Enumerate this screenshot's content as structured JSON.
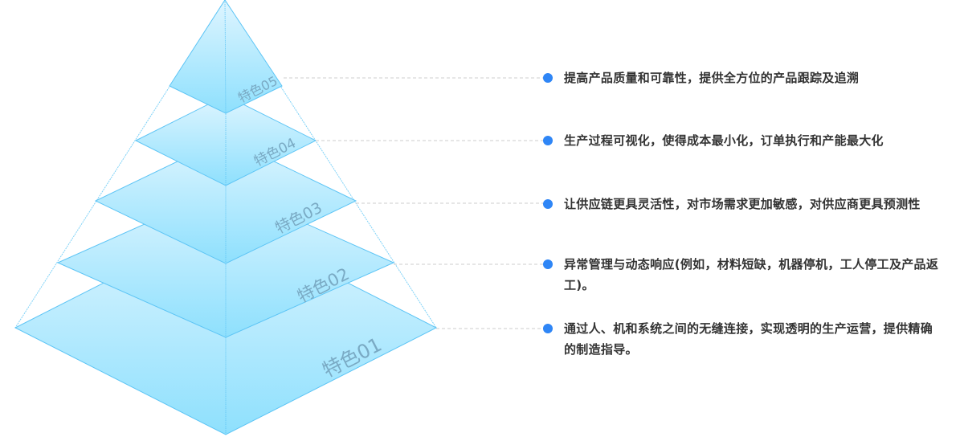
{
  "colors": {
    "layer_fill_top": "#dff5ff",
    "layer_fill_bottom": "#8ee0fd",
    "layer_stroke": "#5cc4f5",
    "outline": "#7fd2f7",
    "layer_label": "#7aaac4",
    "connector": "#cccccc",
    "bullet": "#2f86f6",
    "text": "#333333"
  },
  "layers": [
    {
      "label": "特色05",
      "description": "提高产品质量和可靠性，提供全方位的产品跟踪及追溯"
    },
    {
      "label": "特色04",
      "description": "生产过程可视化，使得成本最小化，订单执行和产能最大化"
    },
    {
      "label": "特色03",
      "description": "让供应链更具灵活性，对市场需求更加敏感，对供应商更具预测性"
    },
    {
      "label": "特色02",
      "description": "异常管理与动态响应(例如，材料短缺，机器停机，工人停工及产品返工)。"
    },
    {
      "label": "特色01",
      "description": "通过人、机和系统之间的无缝连接，实现透明的生产运营，提供精确的制造指导。"
    }
  ]
}
